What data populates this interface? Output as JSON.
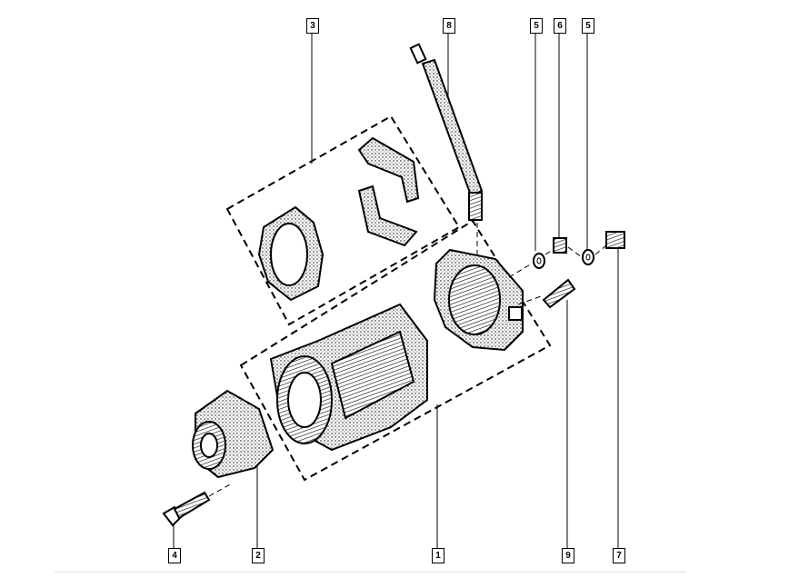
{
  "diagram": {
    "callouts_top": [
      "3",
      "8",
      "5",
      "6",
      "5"
    ],
    "callouts_bottom": [
      "4",
      "2",
      "1",
      "9",
      "7"
    ]
  }
}
